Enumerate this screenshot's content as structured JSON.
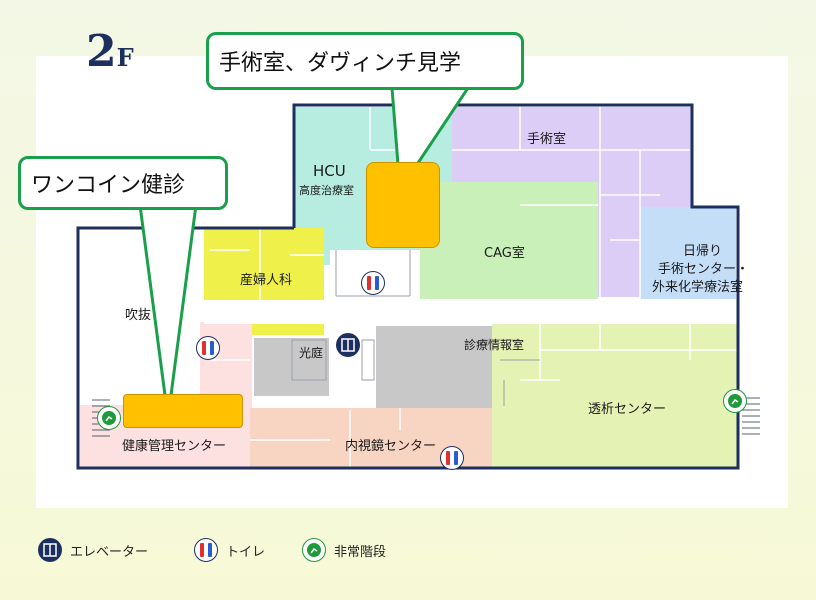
{
  "floor": {
    "number": "2",
    "suffix": "F"
  },
  "callouts": {
    "surgery": "手術室、ダヴィンチ見学",
    "checkup": "ワンコイン健診"
  },
  "rooms": {
    "hcu_line1": "HCU",
    "hcu_line2": "高度治療室",
    "surgery": "手術室",
    "cag": "CAG室",
    "obgyn": "産婦人科",
    "day_line1": "日帰り",
    "day_line2": "手術センター・",
    "day_line3": "外来化学療法室",
    "atrium": "吹抜",
    "lightcourt": "光庭",
    "consult_info": "診療情報室",
    "dialysis": "透析センター",
    "health_mgmt": "健康管理センター",
    "endoscopy": "内視鏡センター"
  },
  "legend": {
    "elevator": "エレベーター",
    "toilet": "トイレ",
    "emergency_stairs": "非常階段"
  },
  "icons": {
    "elevator": "elevator-icon",
    "toilet": "toilet-icon",
    "emergency_exit": "emergency-exit-icon"
  },
  "colors": {
    "hcu": "#b6ede0",
    "surgery": "#dccdf6",
    "cag": "#c8f0b8",
    "obgyn": "#f0f04a",
    "day_surgery": "#c4def8",
    "dialysis": "#e4f2b4",
    "health_mgmt": "#fde0e0",
    "endoscopy": "#f8d4c2",
    "lightcourt": "#c8c8c8",
    "callout_border": "#1aa04a",
    "marker": "#ffc000",
    "wall": "#1d2f5e"
  }
}
